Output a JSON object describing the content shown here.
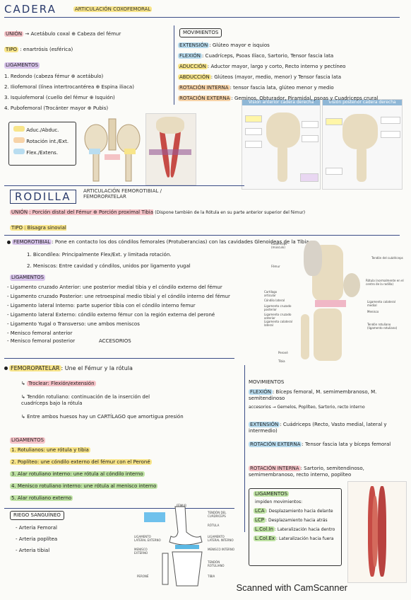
{
  "cadera": {
    "title": "CADERA",
    "subtitle": "ARTICULACIÓN COXOFEMORAL",
    "union_label": "UNIÓN",
    "union_text": "→ Acetábulo coxal ⊕ Cabeza del fémur",
    "tipo_label": "TIPO",
    "tipo_text": ": enartrósis (esférica)",
    "ligamentos_label": "LIGAMENTOS",
    "ligamentos": [
      "1. Redondo (cabeza fémur ⊕ acetábulo)",
      "2. Iliofemoral (línea intertrocantérea ⊕ Espina iliaca)",
      "3. Isquiofemoral (cuello del fémur ⊕ Isquión)",
      "4. Pubofemoral (Trocánter mayor ⊕ Pubis)"
    ],
    "legend": [
      "Aduc./Abduc.",
      "Rotación int./Ext.",
      "Flex./Extens."
    ],
    "movimientos_label": "MOVIMIENTOS",
    "movimientos": [
      {
        "name": "EXTENSIÓN",
        "text": ": Glúteo mayor e isquios"
      },
      {
        "name": "FLEXIÓN",
        "text": ": Cuadríceps, Psoas Ilíaco, Sartorio, Tensor fascia lata"
      },
      {
        "name": "ADUCCIÓN",
        "text": ": Aductor mayor, largo y corto, Recto interno y pectíneo"
      },
      {
        "name": "ABDUCCIÓN",
        "text": ": Glúteos (mayor, medio, menor) y Tensor fascia lata"
      },
      {
        "name": "ROTACIÓN INTERNA",
        "text": ": tensor fascia lata, glúteo menor y medio"
      },
      {
        "name": "ROTACIÓN EXTERNA",
        "text": ": Geminos, Obturador, Piramidal, psoas y Cuadriceps crural"
      }
    ],
    "figure_titles": [
      "Visión anterior cadera derecha",
      "Visión posterior cadera derecha"
    ]
  },
  "rodilla": {
    "title": "RODILLA",
    "subtitle": "ARTICULACIÓN FEMOROTIBIAL / FEMOROPATELAR",
    "union_label": "UNIÓN",
    "union_text": ": Porción distal del Fémur ⊕ Porción proximal Tibia",
    "union_note": "(Dispone también de la Rótula en su parte anterior superior del fémur)",
    "tipo_label": "TIPO",
    "tipo_text": ": Bisagra sinovial",
    "femorotibial_label": "FEMOROTIBIAL",
    "femorotibial_text": ": Pone en contacto los dos cóndilos femorales (Protuberancias) con las cavidades Glenoideas de la Tibia",
    "femorotibial_1": "1. Bicondílea: Principalmente Flex/Ext. y limitada rotación.",
    "femorotibial_2": "2. Meniscos: Entre cavidad y cóndilos, unidos por ligamento yugal",
    "ligamentos_label": "LIGAMENTOS",
    "ligamentos": [
      "Ligamento cruzado Anterior: une posterior medial tibia y el cóndilo externo del fémur",
      "Ligamento cruzado Posterior: une retroespinal medio tibial y el cóndilo interno del fémur",
      "Ligamento lateral Interno: parte superior tibia con el cóndilo interno femur",
      "Ligamento lateral Externo: cóndilo externo fémur con la región externa del peroné",
      "Ligamento Yugal o Transverso: une ambos meniscos",
      "Menisco femoral anterior",
      "Menisco femoral posterior"
    ],
    "accesorios": "ACCESORIOS",
    "knee_labels": [
      "Cuádriceps (músculo)",
      "Tendón del cuádriceps",
      "Fémur",
      "Rótula (normalmente en el centro de la rodilla)",
      "Cartílago articular",
      "Cóndilo lateral",
      "Ligamento cruzado posterior",
      "Ligamento cruzado anterior",
      "Ligamento colateral medial",
      "Menisco",
      "Tendón rotuliano (ligamento rotuliano)",
      "Ligamento colateral lateral",
      "Peroné",
      "Tibia"
    ]
  },
  "femoropatelar": {
    "label": "FEMOROPATELAR",
    "text": ": Une el Fémur y la rótula",
    "items": [
      "Troclear: Flexión/extensión",
      "Tendón rotuliano: continuación de la inserción del cuadríceps bajo la rótula",
      "Entre ambos huesos hay un CARTÍLAGO que amortigua presión"
    ],
    "ligamentos_label": "LIGAMENTOS",
    "ligamentos": [
      "1. Rotulianos: une rótula y tibia",
      "2. Poplíteo: une cóndilo externo del fémur con el Peroné",
      "3. Alar rotuliano interno: une rótula al cóndilo interno",
      "4. Menisco rotuliano interno: une rótula al menisco interno",
      "5. Alar rotuliano externo"
    ]
  },
  "riego": {
    "label": "RIEGO SANGUÍNEO",
    "items": [
      "Arteria Femoral",
      "Arteria poplítea",
      "Arteria tibial"
    ],
    "figure_labels": [
      "FÉMUR",
      "TENDÓN DEL CUÁDRICEPS",
      "RÓTULA",
      "LIGAMENTO LATERAL EXTERNO",
      "LIGAMENTO LATERAL INTERNO",
      "MENISCO EXTERNO",
      "MENISCO INTERNO",
      "TENDÓN ROTULIANO",
      "TIBIA",
      "PERONÉ"
    ]
  },
  "mov_rodilla": {
    "label": "MOVIMIENTOS",
    "items": [
      {
        "name": "FLEXIÓN",
        "text": ": Bíceps femoral, M. semimembranoso, M. semitendinoso",
        "note": "accesorios → Gemelos, Poplíteo, Sartorio, recto interno"
      },
      {
        "name": "EXTENSIÓN",
        "text": ": Cuádriceps (Recto, Vasto medial, lateral y intermedio)"
      },
      {
        "name": "ROTACIÓN EXTERNA",
        "text": ": Tensor fascia lata y bíceps femoral"
      },
      {
        "name": "ROTACIÓN INTERNA",
        "text": ": Sartorio, semitendinoso, semimembranoso, recto interno, poplíteo"
      }
    ],
    "lig_label": "LIGAMENTOS",
    "lig_sub": "impiden movimientos:",
    "ligs": [
      {
        "code": "LCA",
        "text": ": Desplazamiento hacia delante"
      },
      {
        "code": "LCP",
        "text": ": Desplazamiento hacia atrás"
      },
      {
        "code": "L.Col.In",
        "text": ": Lateralización hacia dentro"
      },
      {
        "code": "L.Col.Ex",
        "text": ": Lateralización hacia fuera"
      }
    ]
  },
  "footer": "Scanned with CamScanner"
}
